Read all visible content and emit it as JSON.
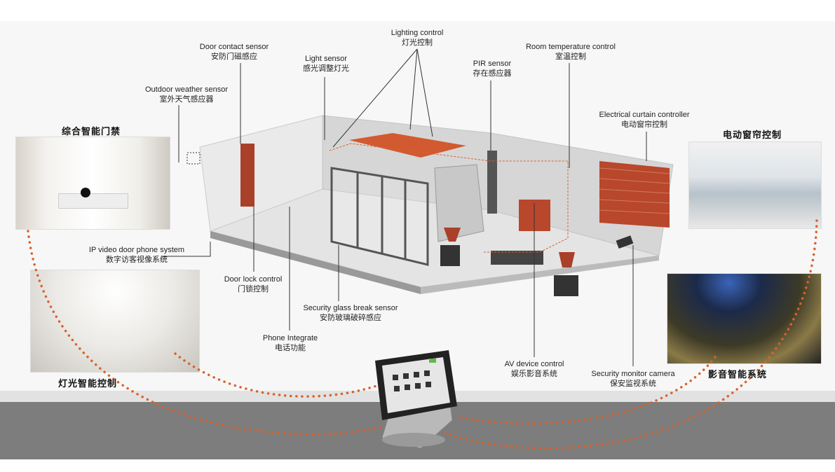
{
  "labels": {
    "lighting": {
      "en": "Lighting control",
      "zh": "灯光控制"
    },
    "door_contact": {
      "en": "Door contact sensor",
      "zh": "安防门磁感应"
    },
    "light_sensor": {
      "en": "Light sensor",
      "zh": "感光调整灯光"
    },
    "room_temp": {
      "en": "Room temperature control",
      "zh": "室温控制"
    },
    "pir": {
      "en": "PIR sensor",
      "zh": "存在感应器"
    },
    "outdoor": {
      "en": "Outdoor weather sensor",
      "zh": "室外天气感应器"
    },
    "curtain": {
      "en": "Electrical curtain controller",
      "zh": "电动窗帘控制"
    },
    "ip_video": {
      "en": "IP video door phone system",
      "zh": "数字访客视像系统"
    },
    "door_lock": {
      "en": "Door lock control",
      "zh": "门锁控制"
    },
    "glass_break": {
      "en": "Security glass break sensor",
      "zh": "安防玻璃破碎感应"
    },
    "phone": {
      "en": "Phone Integrate",
      "zh": "电话功能"
    },
    "av": {
      "en": "AV device control",
      "zh": "娱乐影音系统"
    },
    "camera": {
      "en": "Security monitor camera",
      "zh": "保安监视系统"
    }
  },
  "headings": {
    "access": "综合智能门禁",
    "curtain": "电动窗帘控制",
    "lighting": "灯光智能控制",
    "av": "影音智能系统"
  },
  "colors": {
    "accent": "#d9622b",
    "curtain": "#b8472c",
    "band": "#7d7d7d"
  }
}
